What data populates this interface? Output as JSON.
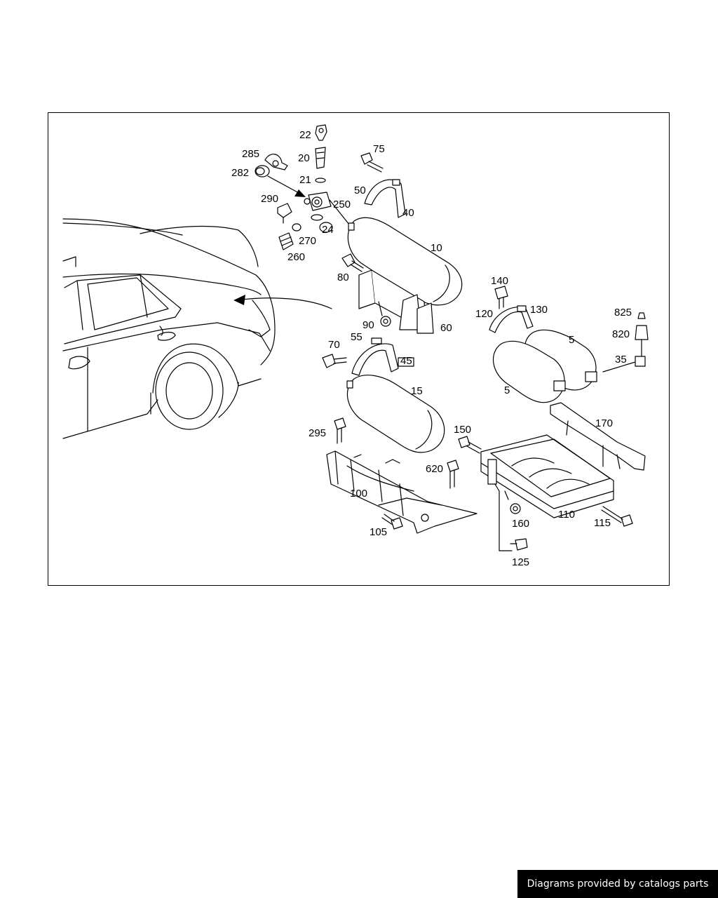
{
  "callouts": {
    "c22": "22",
    "c285": "285",
    "c20": "20",
    "c75": "75",
    "c282": "282",
    "c21": "21",
    "c50": "50",
    "c290": "290",
    "c250": "250",
    "c40": "40",
    "c24": "24",
    "c270": "270",
    "c10": "10",
    "c260": "260",
    "c80": "80",
    "c140": "140",
    "c130": "130",
    "c120": "120",
    "c825": "825",
    "c90": "90",
    "c60": "60",
    "c820": "820",
    "c55": "55",
    "c5a": "5",
    "c70": "70",
    "c45": "45",
    "c35": "35",
    "c5b": "5",
    "c15": "15",
    "c170": "170",
    "c150": "150",
    "c295": "295",
    "c620": "620",
    "c100": "100",
    "c110": "110",
    "c115": "115",
    "c160": "160",
    "c105": "105",
    "c125": "125"
  },
  "footer": {
    "text": "Diagrams provided by catalogs parts"
  }
}
